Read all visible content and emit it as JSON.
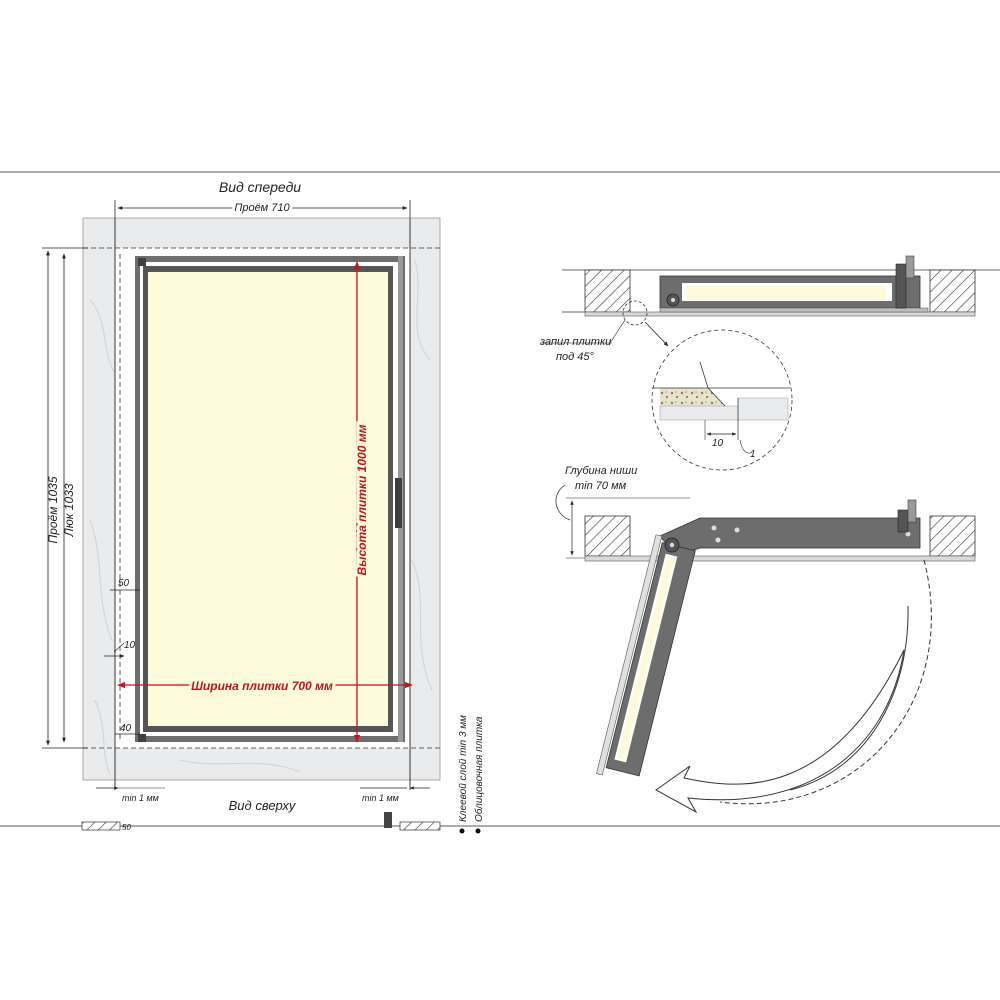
{
  "front_view": {
    "title": "Вид спереди",
    "opening_width": "Проём 710",
    "opening_height": "Проём 1035",
    "hatch_height": "Люк 1033",
    "tile_height": "Высота плитки 1000 мм",
    "tile_width": "Ширина плитки 700 мм",
    "dim_50": "50",
    "dim_10": "10",
    "dim_40": "40",
    "min_gap_left": "min 1 мм",
    "min_gap_right": "min 1 мм"
  },
  "top_view": {
    "title": "Вид сверху",
    "dim_50": "50"
  },
  "legend": {
    "glue_layer": "Клеевой слой min 3 мм",
    "facing_tile": "Облицовочная плитка"
  },
  "section_detail": {
    "tile_cut_label_1": "запил плитки",
    "tile_cut_label_2": "под 45°",
    "detail_dim_10": "10",
    "detail_dim_1": "1"
  },
  "open_view": {
    "niche_depth_label": "Глубина ниши",
    "niche_depth_value": "min 70 мм"
  },
  "colors": {
    "frame": "#6d6d6d",
    "frame_dark": "#3f3f3f",
    "tile_fill": "#fdfbdc",
    "marble": "#e9ebec",
    "dimension_red": "#c0141b",
    "line": "#222222"
  }
}
